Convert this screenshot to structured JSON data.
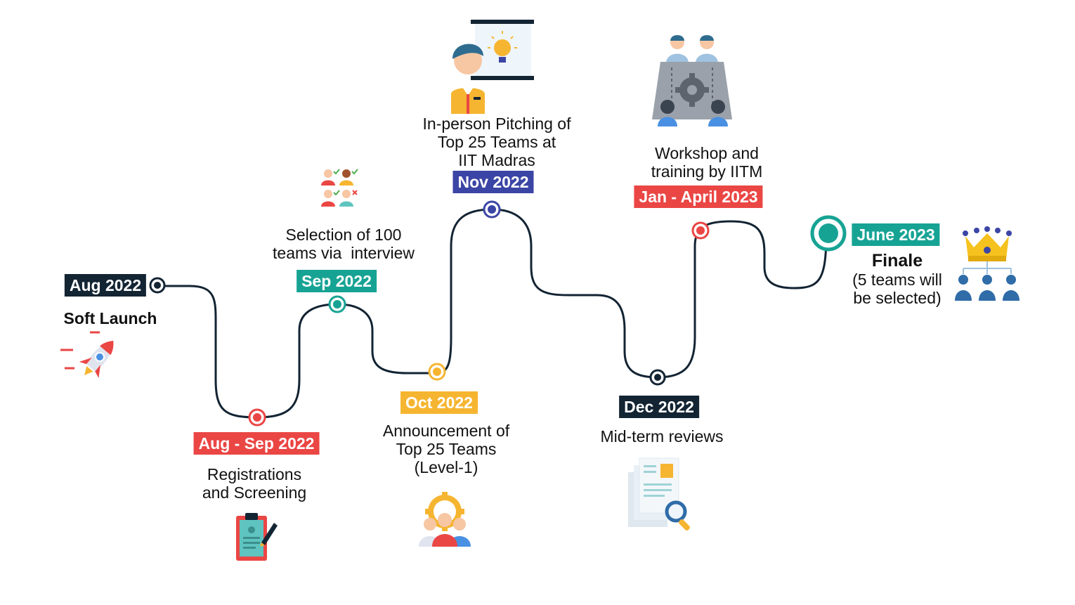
{
  "milestones": [
    {
      "date": "Aug 2022",
      "label": "Soft Launch",
      "icon": "rocket-icon"
    },
    {
      "date": "Aug - Sep 2022",
      "label": "Registrations\nand Screening",
      "icon": "clipboard-form-icon"
    },
    {
      "date": "Sep 2022",
      "label": "Selection of 100\nteams via  interview",
      "icon": "people-selection-icon"
    },
    {
      "date": "Oct 2022",
      "label": "Announcement of\nTop 25 Teams\n(Level-1)",
      "icon": "team-gear-icon"
    },
    {
      "date": "Nov 2022",
      "label": "In-person Pitching of\nTop 25 Teams at\nIIT Madras",
      "icon": "presenter-lightbulb-icon"
    },
    {
      "date": "Dec 2022",
      "label": "Mid-term reviews",
      "icon": "document-magnifier-icon"
    },
    {
      "date": "Jan - April 2023",
      "label": "Workshop and\ntraining by IITM",
      "icon": "meeting-gear-icon"
    },
    {
      "date": "June 2023",
      "label": "Finale",
      "sublabel": "(5 teams will\nbe selected)",
      "icon": "crown-team-icon"
    }
  ],
  "colors": {
    "path": "#132433",
    "dark": "#132433",
    "red": "#ea4644",
    "teal": "#17a394",
    "blue": "#3b45a5",
    "gold": "#f6b530"
  }
}
